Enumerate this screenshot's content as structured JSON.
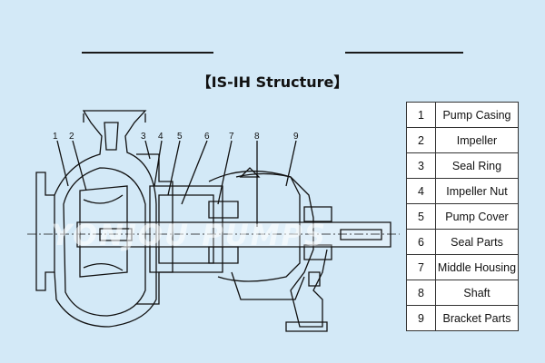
{
  "title": "【IS-IH Structure】",
  "watermark": "YONJOU PUMPS",
  "callout_numbers": [
    "1",
    "2",
    "3",
    "4",
    "5",
    "6",
    "7",
    "8",
    "9"
  ],
  "legend": [
    {
      "num": "1",
      "name": "Pump Casing"
    },
    {
      "num": "2",
      "name": "Impeller"
    },
    {
      "num": "3",
      "name": "Seal Ring"
    },
    {
      "num": "4",
      "name": "Impeller Nut"
    },
    {
      "num": "5",
      "name": "Pump Cover"
    },
    {
      "num": "6",
      "name": "Seal Parts"
    },
    {
      "num": "7",
      "name": "Middle Housing"
    },
    {
      "num": "8",
      "name": "Shaft"
    },
    {
      "num": "9",
      "name": "Bracket Parts"
    }
  ]
}
